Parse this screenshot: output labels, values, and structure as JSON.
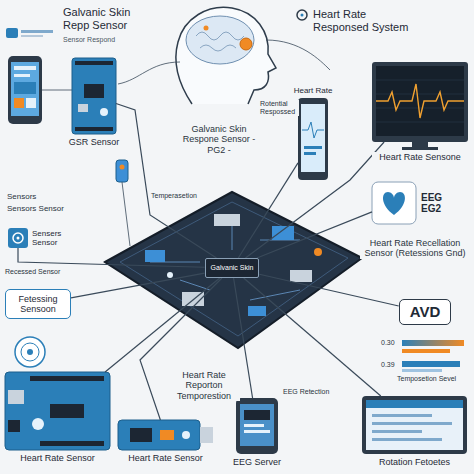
{
  "diagram": {
    "title": "Galvanic Skin Repp Sensor",
    "nodes": [
      {
        "text": [
          "Galvanic Skin"
        ]
      },
      {
        "text": [
          "GSR Sensor"
        ]
      },
      {
        "text": [
          "Heart Rate"
        ]
      },
      {
        "text": [
          "Heart Rate Sensone"
        ]
      },
      {
        "text": [
          "EEG EG2"
        ]
      },
      {
        "text": [
          "AVD"
        ]
      },
      {
        "text": [
          "Fetessing Sensoon"
        ]
      },
      {
        "text": [
          "Sensers Sensor"
        ]
      },
      {
        "text": [
          "Heart Rate Sensor"
        ]
      },
      {
        "text": [
          "Heart Rate Sensor"
        ]
      },
      {
        "text": [
          "EEG Server"
        ]
      },
      {
        "text": [
          "Rotation Fetoetes"
        ]
      }
    ],
    "edges": [
      {
        "from": 0,
        "to": 1,
        "arrow": "none"
      },
      {
        "from": 0,
        "to": 2,
        "arrow": "none"
      },
      {
        "from": 0,
        "to": 3,
        "arrow": "none"
      },
      {
        "from": 0,
        "to": 4,
        "arrow": "none"
      },
      {
        "from": 0,
        "to": 5,
        "arrow": "none"
      },
      {
        "from": 0,
        "to": 6,
        "arrow": "none"
      },
      {
        "from": 0,
        "to": 7,
        "arrow": "none"
      },
      {
        "from": 0,
        "to": 8,
        "arrow": "none"
      },
      {
        "from": 0,
        "to": 9,
        "arrow": "none"
      },
      {
        "from": 0,
        "to": 10,
        "arrow": "none"
      },
      {
        "from": 0,
        "to": 11,
        "arrow": "none"
      }
    ],
    "labels": [
      "Sensor Respond",
      "Heart Rate Responsed System",
      "Sensors",
      "Sensors Sensor",
      "Galvanic Skin Respone Sensor -PG2 -",
      "Temperasetion",
      "Rotential Respossed",
      "Heart Rate Recellation Sensor (Retessions Gnd)",
      "Recessed Sensor",
      "Heart Rate Reporton Temporestion",
      "EEG Retection",
      "Temposetion Sevel",
      "0.30",
      "0.39"
    ]
  }
}
